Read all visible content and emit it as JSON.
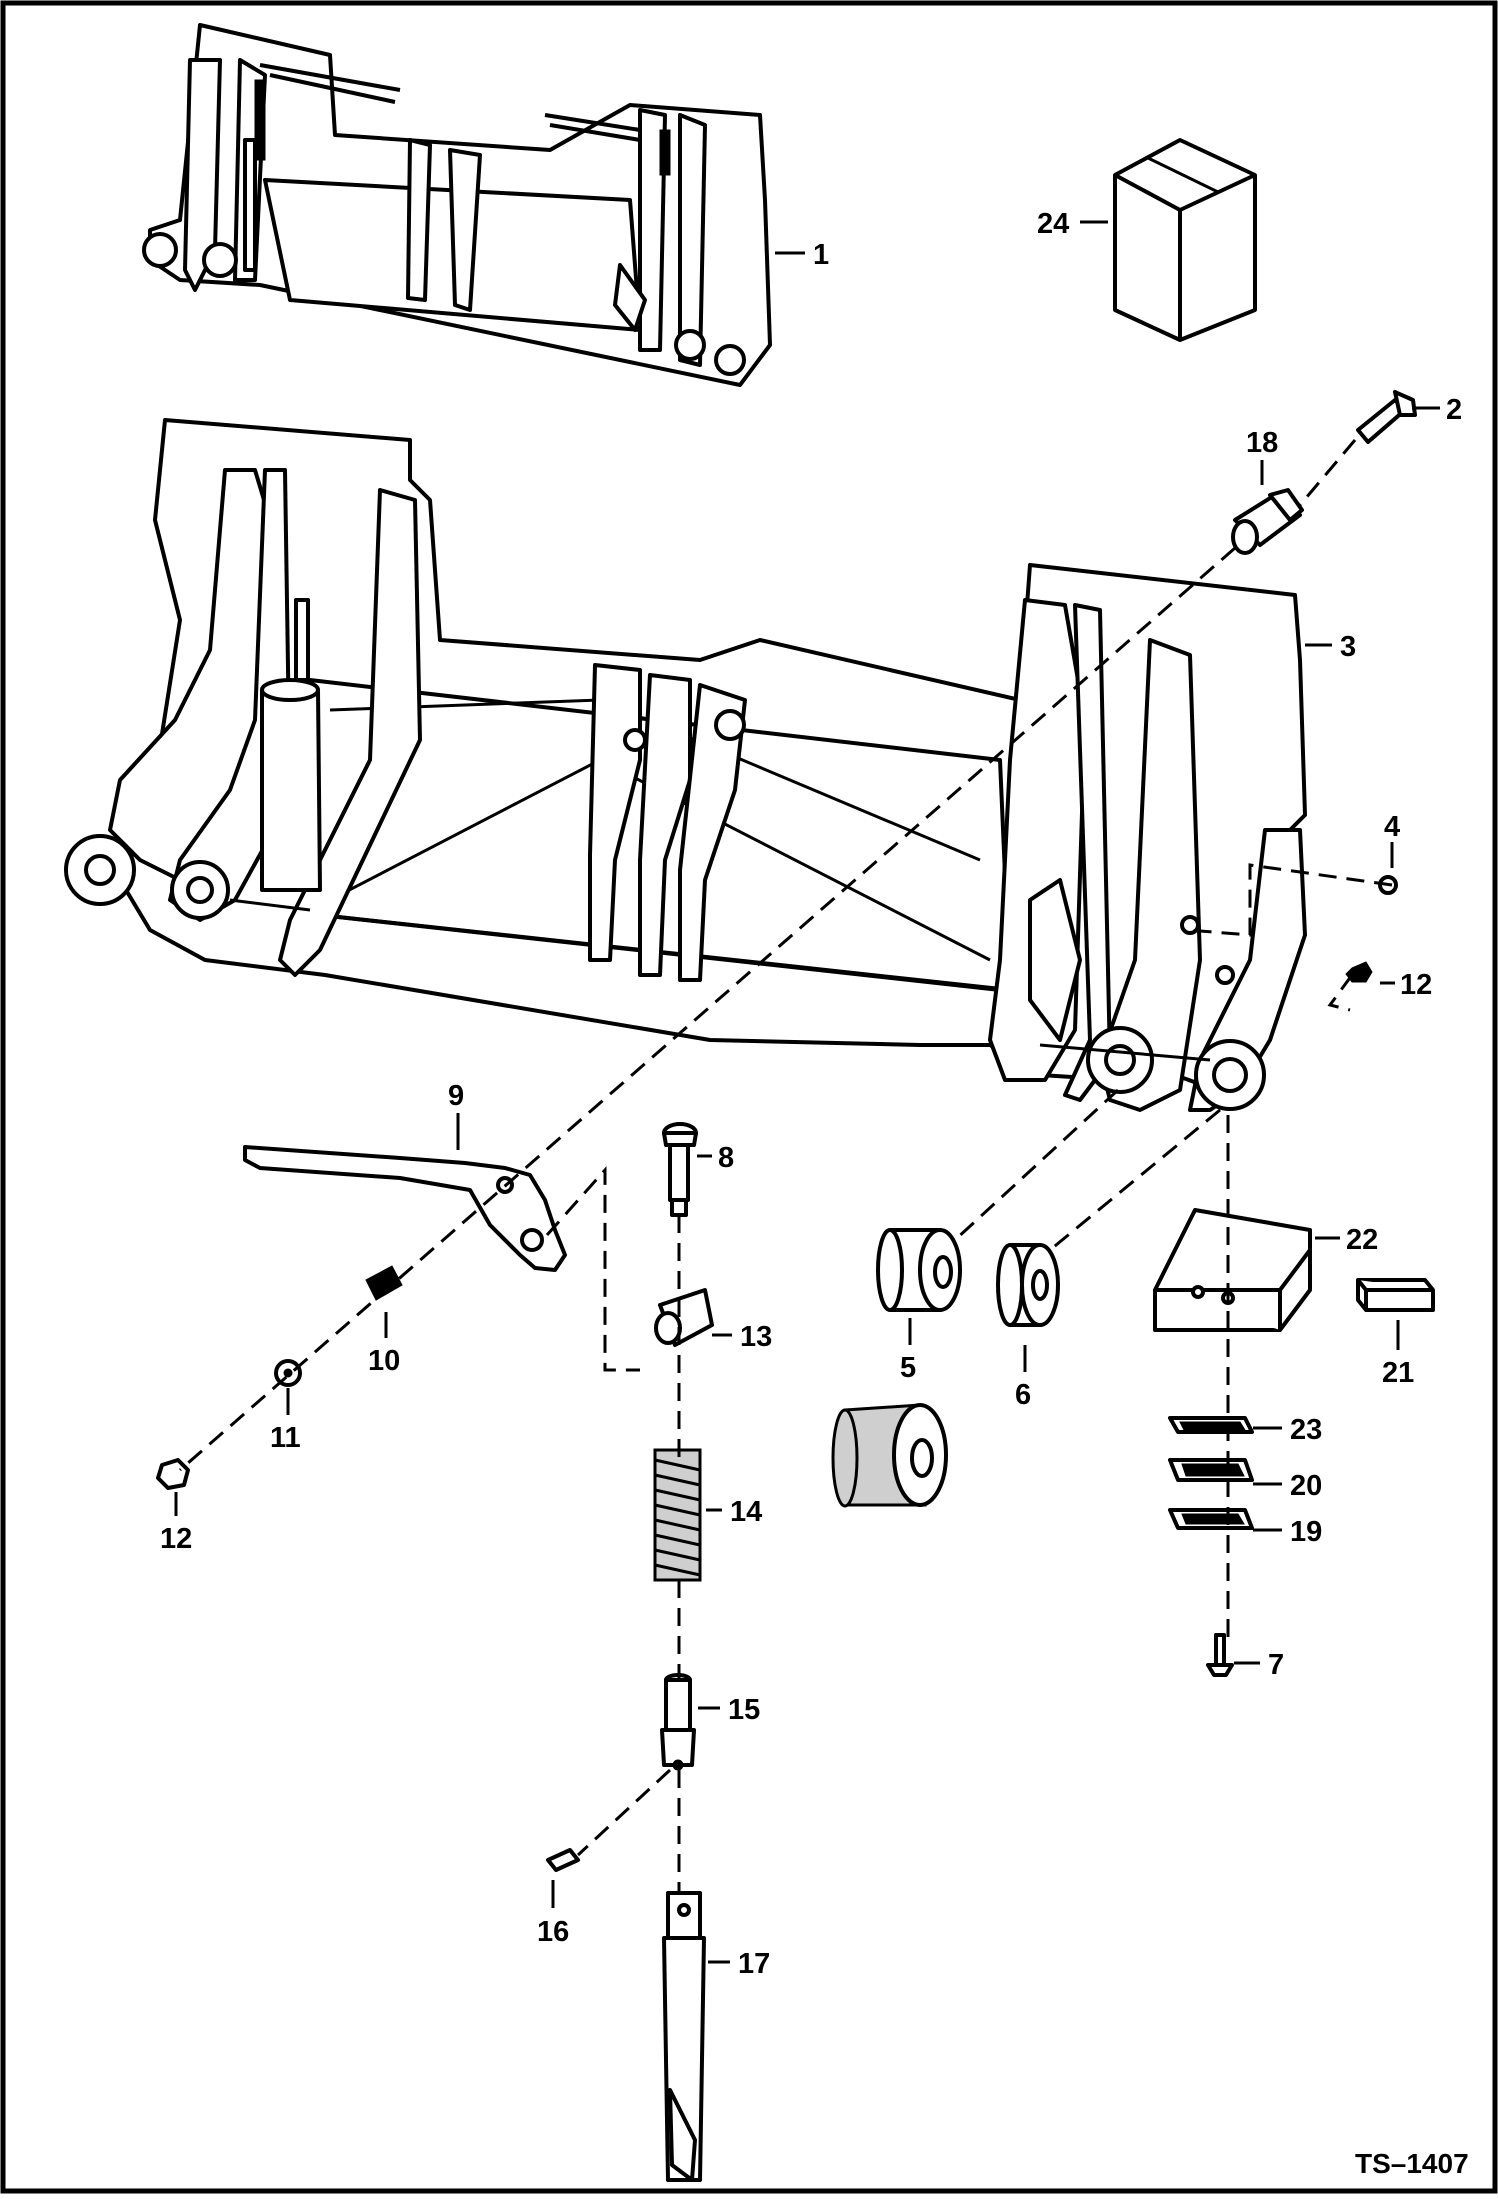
{
  "diagram": {
    "drawing_number": "TS–1407",
    "callouts": [
      {
        "id": "c1",
        "label": "1"
      },
      {
        "id": "c2",
        "label": "2"
      },
      {
        "id": "c3",
        "label": "3"
      },
      {
        "id": "c4",
        "label": "4"
      },
      {
        "id": "c5",
        "label": "5"
      },
      {
        "id": "c6",
        "label": "6"
      },
      {
        "id": "c7",
        "label": "7"
      },
      {
        "id": "c8",
        "label": "8"
      },
      {
        "id": "c9",
        "label": "9"
      },
      {
        "id": "c10",
        "label": "10"
      },
      {
        "id": "c11",
        "label": "11"
      },
      {
        "id": "c12a",
        "label": "12"
      },
      {
        "id": "c12b",
        "label": "12"
      },
      {
        "id": "c13",
        "label": "13"
      },
      {
        "id": "c14",
        "label": "14"
      },
      {
        "id": "c15",
        "label": "15"
      },
      {
        "id": "c16",
        "label": "16"
      },
      {
        "id": "c17",
        "label": "17"
      },
      {
        "id": "c18",
        "label": "18"
      },
      {
        "id": "c19",
        "label": "19"
      },
      {
        "id": "c20",
        "label": "20"
      },
      {
        "id": "c21",
        "label": "21"
      },
      {
        "id": "c22",
        "label": "22"
      },
      {
        "id": "c23",
        "label": "23"
      },
      {
        "id": "c24",
        "label": "24"
      }
    ]
  }
}
